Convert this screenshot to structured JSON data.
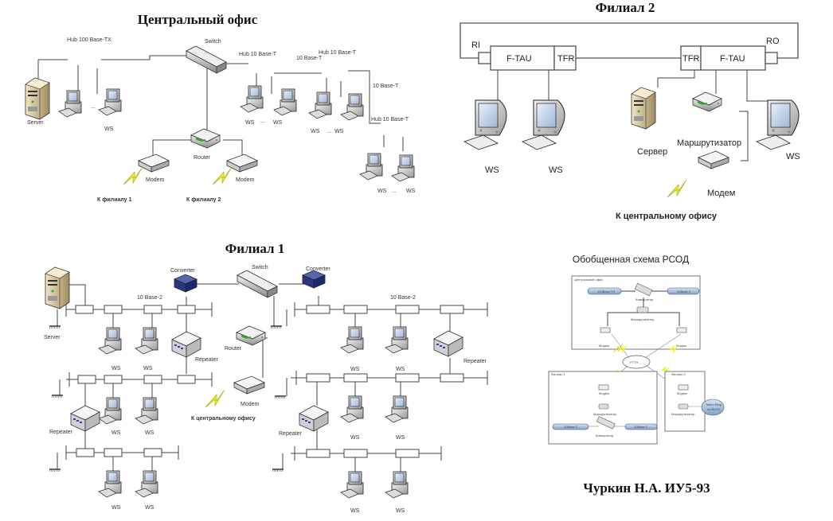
{
  "central_office": {
    "title": "Центральный офис",
    "hub_100": "Hub 100 Base-TX",
    "switch": "Switch",
    "hub_10_a": "Hub 10 Base-T",
    "hub_10_b": "Hub 10 Base-T",
    "hub_10_c": "Hub 10 Base-T",
    "link_a": "10 Base-T",
    "link_b": "10 Base-T",
    "server": "Server",
    "ws": "WS",
    "ellipsis": "...",
    "router": "Router",
    "modem": "Modem",
    "to_branch1": "К филиалу 1",
    "to_branch2": "К филиалу 2"
  },
  "branch2": {
    "title": "Филиал 2",
    "ri": "RI",
    "ro": "RO",
    "ftau": "F-TAU",
    "tfr": "TFR",
    "ws": "WS",
    "server": "Сервер",
    "router": "Маршрутизатор",
    "modem": "Модем",
    "to_central": "К центральному офису"
  },
  "branch1": {
    "title": "Филиал 1",
    "server": "Server",
    "converter": "Converter",
    "switch": "Switch",
    "segment": "10 Base-2",
    "ws": "WS",
    "ellipsis": "...",
    "repeater": "Repeater",
    "router": "Router",
    "modem": "Modem",
    "to_central": "К центральному офису"
  },
  "generalized": {
    "title": "Обобщенная схема РСОД",
    "central": "Центральный офис",
    "hub100": "100Base-TX",
    "hub10": "10Base-T",
    "switch": "Коммутатор",
    "router": "Маршрутизатор",
    "modem": "Модем",
    "cloud": "FTTH",
    "branch1": "Филиал 1",
    "branch2": "Филиал 2",
    "b1_seg": "10Base-2",
    "token_ring_1": "Token Ring",
    "token_ring_2": "на ВОЛС"
  },
  "author": "Чуркин Н.А. ИУ5-93"
}
